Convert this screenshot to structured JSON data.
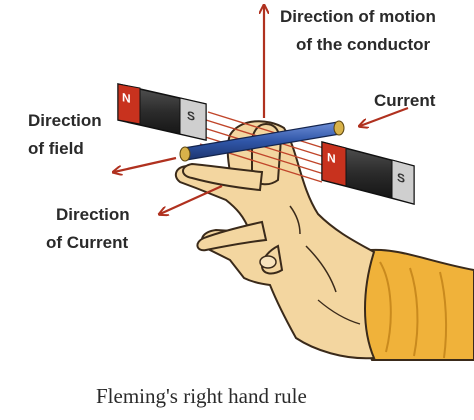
{
  "labels": {
    "motion_line1": "Direction of motion",
    "motion_line2": "of the conductor",
    "current_right": "Current",
    "field_line1": "Direction",
    "field_line2": "of field",
    "current_line1": "Direction",
    "current_line2": "of Current"
  },
  "magnets": {
    "left_north": "N",
    "left_south": "S",
    "right_north": "N",
    "right_south": "S"
  },
  "caption": "Fleming's right hand rule",
  "colors": {
    "arrow": "#b0311f",
    "skin": "#f3d6a0",
    "skin_outline": "#3a2a1a",
    "sleeve": "#f0b23a",
    "magnet_body": "#2b2b2b",
    "magnet_north": "#c8321e",
    "magnet_south": "#cfcfcf",
    "conductor": "#3056a8"
  }
}
